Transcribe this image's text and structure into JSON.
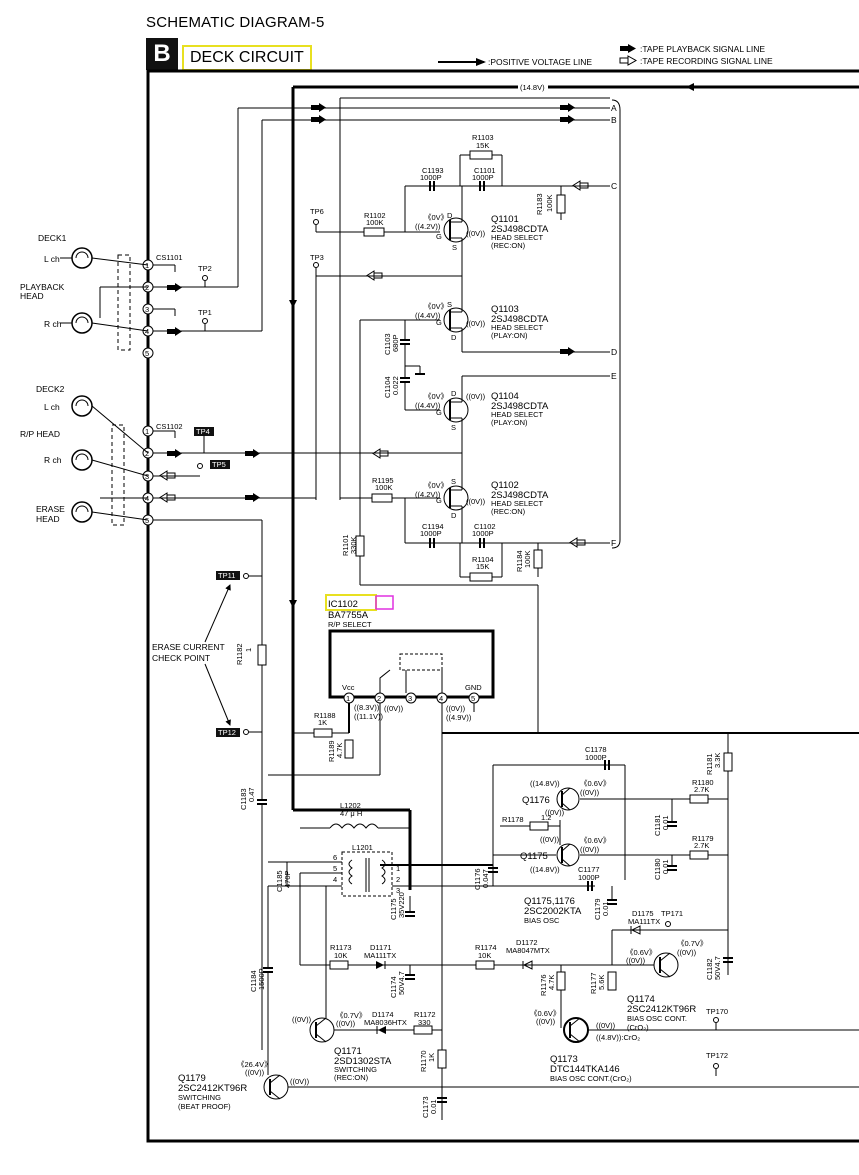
{
  "header": {
    "title": "SCHEMATIC DIAGRAM-5",
    "section_letter": "B",
    "section_name": "DECK CIRCUIT"
  },
  "legend": {
    "positive_voltage": ":POSITIVE VOLTAGE LINE",
    "playback": ":TAPE PLAYBACK SIGNAL LINE",
    "recording": ":TAPE RECORDING SIGNAL LINE"
  },
  "supply": {
    "voltage": "(14.8V)"
  },
  "decks": {
    "deck1": "DECK1",
    "deck2": "DECK2",
    "lch": "L ch",
    "rch": "R ch",
    "playback_head_1": "PLAYBACK",
    "playback_head_2": "HEAD",
    "rp_head": "R/P HEAD",
    "erase_1": "ERASE",
    "erase_2": "HEAD",
    "cs1101": "CS1101",
    "cs1102": "CS1102"
  },
  "pins": [
    "1",
    "2",
    "3",
    "4",
    "5"
  ],
  "testpoints": {
    "tp1": "TP1",
    "tp2": "TP2",
    "tp3": "TP3",
    "tp4": "TP4",
    "tp5": "TP5",
    "tp6": "TP6",
    "tp11": "TP11",
    "tp12": "TP12",
    "tp170": "TP170",
    "tp171": "TP171",
    "tp172": "TP172"
  },
  "connectors": [
    "A",
    "B",
    "C",
    "D",
    "E",
    "F"
  ],
  "transistors": {
    "q1101": {
      "ref": "Q1101",
      "part": "2SJ498CDTA",
      "fn": "HEAD SELECT",
      "mode": "(REC:ON)",
      "v1": "《0V》",
      "v2": "((4.2V))",
      "v3": "((0V))"
    },
    "q1103": {
      "ref": "Q1103",
      "part": "2SJ498CDTA",
      "fn": "HEAD SELECT",
      "mode": "(PLAY:ON)",
      "v1": "《0V》",
      "v2": "((4.4V))",
      "v3": "((0V))"
    },
    "q1104": {
      "ref": "Q1104",
      "part": "2SJ498CDTA",
      "fn": "HEAD SELECT",
      "mode": "(PLAY:ON)",
      "v1": "《0V》",
      "v2": "((4.4V))",
      "v3": "((0V))"
    },
    "q1102": {
      "ref": "Q1102",
      "part": "2SJ498CDTA",
      "fn": "HEAD SELECT",
      "mode": "(REC:ON)",
      "v1": "《0V》",
      "v2": "((4.2V))",
      "v3": "((0V))"
    },
    "q1176": {
      "ref": "Q1176",
      "v1": "((14.8V))",
      "v2": "《0.6V》",
      "v3": "((0V))",
      "v4": "((0V))"
    },
    "q1175": {
      "ref": "Q1175",
      "v1": "((0V))",
      "v2": "《0.6V》",
      "v3": "((0V))",
      "v4": "((14.8V))"
    },
    "q1175_1176": {
      "ref": "Q1175,1176",
      "part": "2SC2002KTA",
      "fn": "BIAS OSC"
    },
    "q1174": {
      "ref": "Q1174",
      "part": "2SC2412KT96R",
      "fn": "BIAS OSC CONT.",
      "mode": "(CrO₂)",
      "v1": "《0.6V》",
      "v2": "((0V))",
      "v3": "《0.7V》",
      "v4": "((0V))"
    },
    "q1171": {
      "ref": "Q1171",
      "part": "2SD1302STA",
      "fn": "SWITCHING",
      "mode": "(REC:ON)",
      "v1": "((0V))",
      "v2": "《0.7V》",
      "v3": "((0V))"
    },
    "q1173": {
      "ref": "Q1173",
      "part": "DTC144TKA146",
      "fn": "BIAS OSC CONT.(CrO₂)",
      "v1": "《0.6V》",
      "v2": "((0V))",
      "v3": "((0V))",
      "v4": "((4.8V)):CrO₂"
    },
    "q1179": {
      "ref": "Q1179",
      "part": "2SC2412KT96R",
      "fn": "SWITCHING",
      "mode": "(BEAT PROOF)",
      "v1": "《26.4V》",
      "v2": "((0V))",
      "v3": "((0V))"
    }
  },
  "ic": {
    "ref": "IC1102",
    "part": "BA7755A",
    "fn": "R/P SELECT",
    "vcc": "Vcc",
    "gnd": "GND",
    "v_pin1": "((8.3V))",
    "v_pin1b": "((11.1V))",
    "v_pin2": "((0V))",
    "v_pin4": "((0V))",
    "v_pin4b": "((4.9V))"
  },
  "resistors": [
    {
      "ref": "R1103",
      "val": "15K"
    },
    {
      "ref": "R1102",
      "val": "100K"
    },
    {
      "ref": "R1183",
      "val": "100K"
    },
    {
      "ref": "R1195",
      "val": "100K"
    },
    {
      "ref": "R1101",
      "val": "330K"
    },
    {
      "ref": "R1104",
      "val": "15K"
    },
    {
      "ref": "R1184",
      "val": "100K"
    },
    {
      "ref": "R1182",
      "val": "1"
    },
    {
      "ref": "R1188",
      "val": "1K"
    },
    {
      "ref": "R1189",
      "val": "4.7K"
    },
    {
      "ref": "R1178",
      "val": "1.2"
    },
    {
      "ref": "R1180",
      "val": "2.7K"
    },
    {
      "ref": "R1179",
      "val": "2.7K"
    },
    {
      "ref": "R1181",
      "val": "3.3K"
    },
    {
      "ref": "R1173",
      "val": "10K"
    },
    {
      "ref": "R1174",
      "val": "10K"
    },
    {
      "ref": "R1176",
      "val": "4.7K"
    },
    {
      "ref": "R1177",
      "val": "5.6K"
    },
    {
      "ref": "R1172",
      "val": "330"
    },
    {
      "ref": "R1170",
      "val": "1K"
    }
  ],
  "capacitors": [
    {
      "ref": "C1193",
      "val": "1000P"
    },
    {
      "ref": "C1101",
      "val": "1000P"
    },
    {
      "ref": "C1103",
      "val": "680P"
    },
    {
      "ref": "C1104",
      "val": "0.022"
    },
    {
      "ref": "C1194",
      "val": "1000P"
    },
    {
      "ref": "C1102",
      "val": "1000P"
    },
    {
      "ref": "C1183",
      "val": "0.47"
    },
    {
      "ref": "C1178",
      "val": "1000P"
    },
    {
      "ref": "C1181",
      "val": "0.01"
    },
    {
      "ref": "C1180",
      "val": "0.01"
    },
    {
      "ref": "C1176",
      "val": "0.047"
    },
    {
      "ref": "C1177",
      "val": "1000P"
    },
    {
      "ref": "C1179",
      "val": "0.01"
    },
    {
      "ref": "C1185",
      "val": "470P"
    },
    {
      "ref": "C1175",
      "val": "35V220"
    },
    {
      "ref": "C1174",
      "val": "50V4.7"
    },
    {
      "ref": "C1182",
      "val": "50V4.7"
    },
    {
      "ref": "C1184",
      "val": "1500P"
    },
    {
      "ref": "C1173",
      "val": "0.01"
    }
  ],
  "inductors": {
    "l1202": "L1202",
    "l1202v": "47 μ H",
    "l1201": "L1201"
  },
  "diodes": [
    {
      "ref": "D1175",
      "part": "MA111TX"
    },
    {
      "ref": "D1171",
      "part": "MA111TX"
    },
    {
      "ref": "D1172",
      "part": "MA8047MTX"
    },
    {
      "ref": "D1174",
      "part": "MA8036HTX"
    }
  ],
  "notes": {
    "erase_1": "ERASE CURRENT",
    "erase_2": "CHECK POINT"
  },
  "colors": {
    "highlight": "#e8e020",
    "marker": "#e030e0",
    "ink": "#000000"
  }
}
